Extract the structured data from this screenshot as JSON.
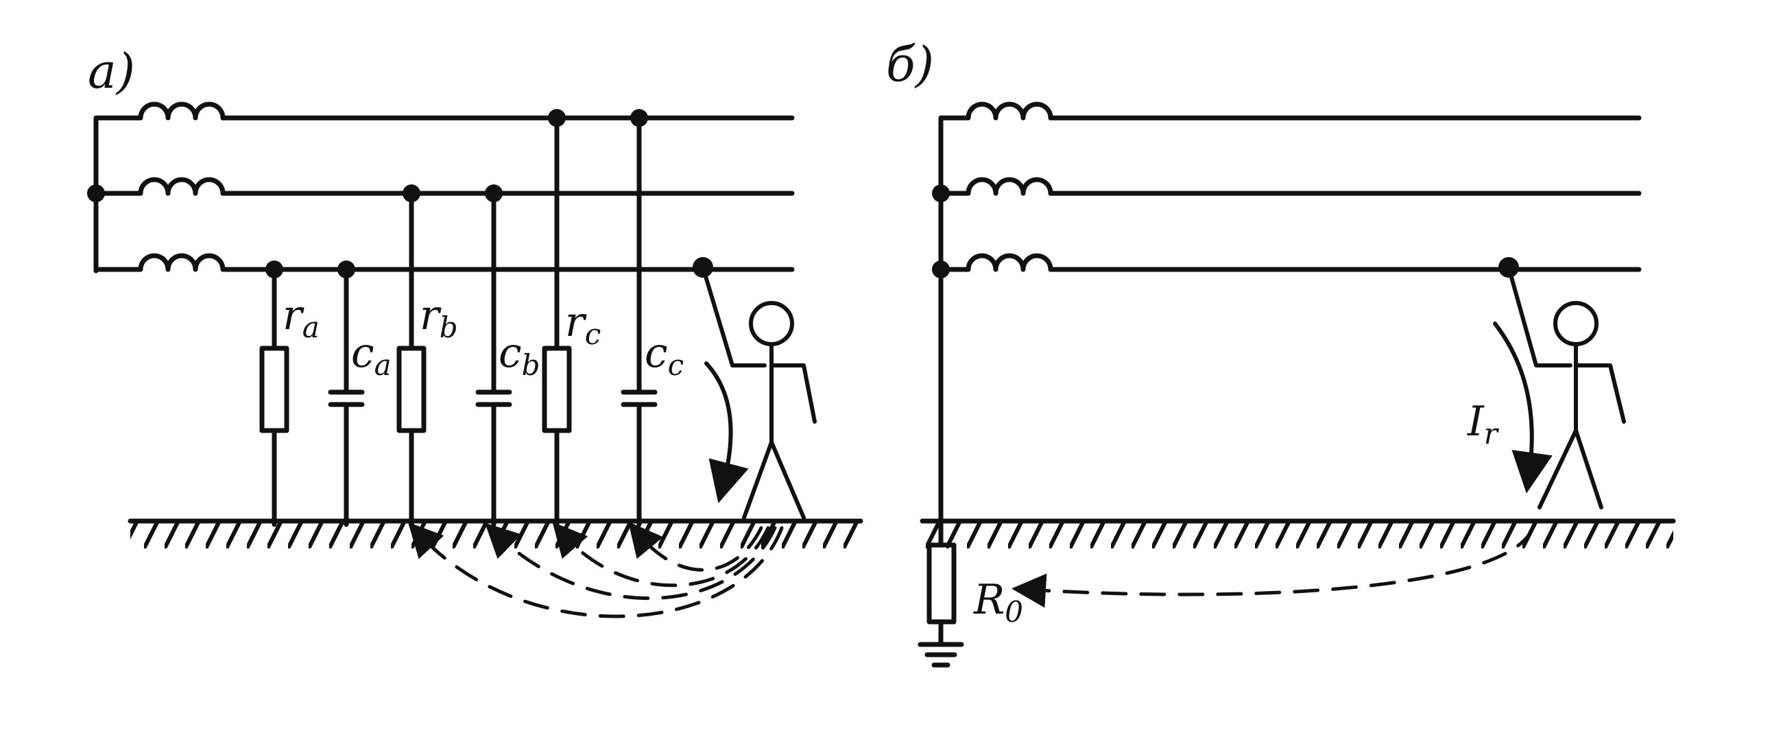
{
  "panels": {
    "a": {
      "label": "a)"
    },
    "b": {
      "label": "б)"
    }
  },
  "labels": {
    "r_a": {
      "main": "r",
      "sub": "a"
    },
    "c_a": {
      "main": "c",
      "sub": "a"
    },
    "r_b": {
      "main": "r",
      "sub": "b"
    },
    "c_b": {
      "main": "c",
      "sub": "b"
    },
    "r_c": {
      "main": "r",
      "sub": "c"
    },
    "c_c": {
      "main": "c",
      "sub": "c"
    },
    "I_r": {
      "main": "I",
      "sub": "r"
    },
    "R_0": {
      "main": "R",
      "sub": "0"
    }
  }
}
